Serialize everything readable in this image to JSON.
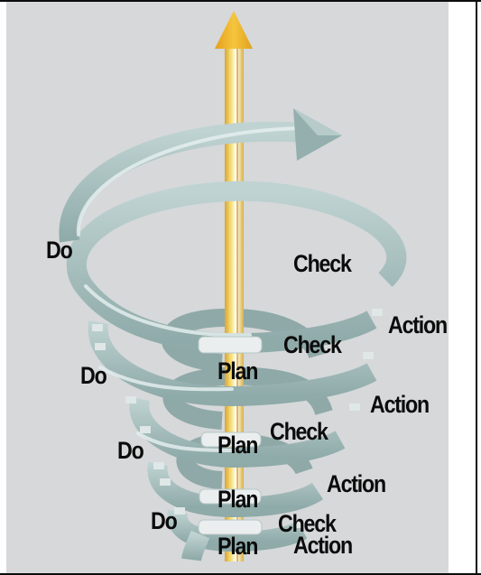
{
  "labels": {
    "do": "Do",
    "plan": "Plan",
    "check": "Check",
    "action": "Action"
  },
  "colors": {
    "background_panel": "#d6d8d9",
    "spiral_tube": "#a9c3c2",
    "axis_arrow": "#e5c553",
    "text": "#0b0b0b"
  },
  "icons": {
    "spiral_arrowhead": "arrow-right",
    "axis_arrowhead": "arrow-up"
  }
}
